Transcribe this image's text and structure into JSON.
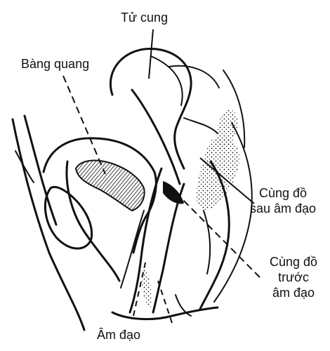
{
  "labels": {
    "uterus": "Tử cung",
    "bladder": "Bàng quang",
    "posterior_fornix": [
      "Cùng đồ",
      "sau âm đạo"
    ],
    "anterior_fornix": [
      "Cùng đồ",
      "trước",
      "âm đạo"
    ],
    "vagina": "Âm đạo"
  },
  "colors": {
    "ink": "#111111",
    "paper": "#ffffff"
  }
}
